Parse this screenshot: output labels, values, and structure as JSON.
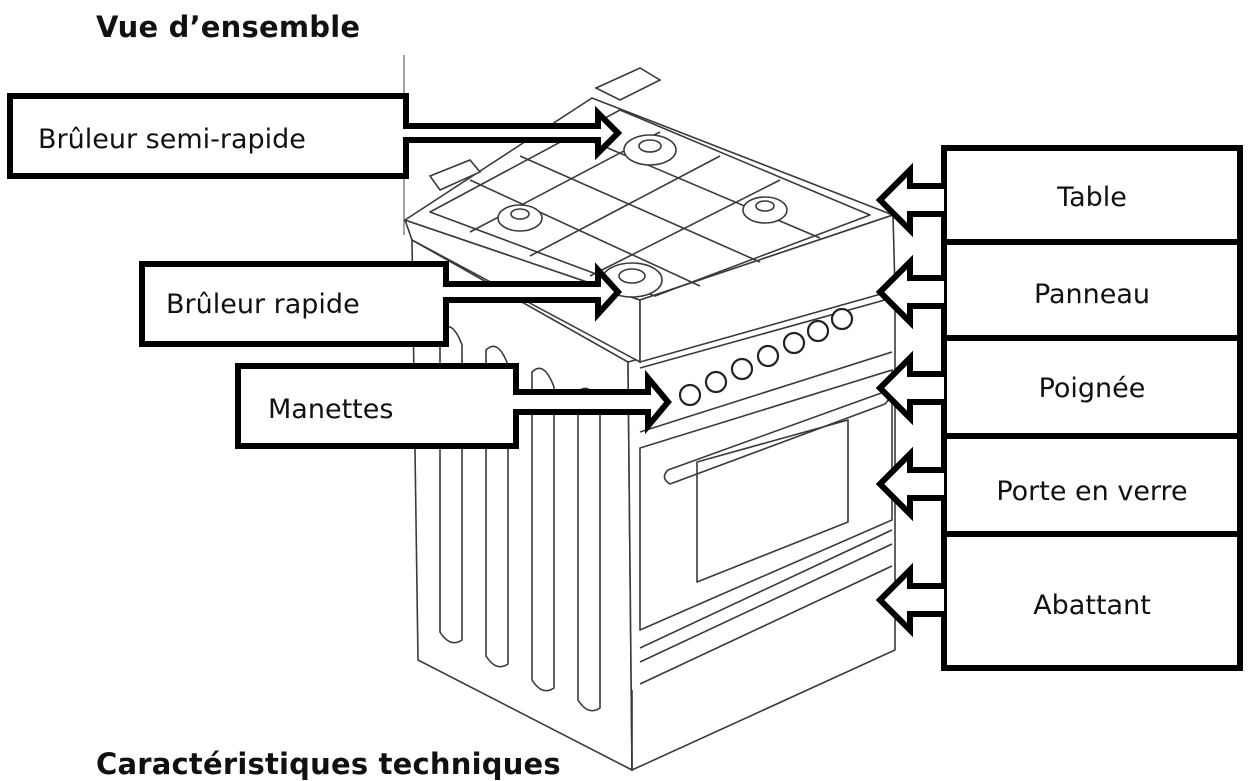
{
  "headings": {
    "overview": "Vue d’ensemble",
    "specs": "Caractéristiques techniques"
  },
  "labels": {
    "semi_rapid_burner": "Brûleur semi-rapide",
    "rapid_burner": "Brûleur rapide",
    "knobs": "Manettes",
    "table": "Table",
    "panel": "Panneau",
    "handle": "Poignée",
    "glass_door": "Porte en verre",
    "drop_door": "Abattant"
  },
  "colors": {
    "stroke": "#000000",
    "background": "#ffffff"
  }
}
